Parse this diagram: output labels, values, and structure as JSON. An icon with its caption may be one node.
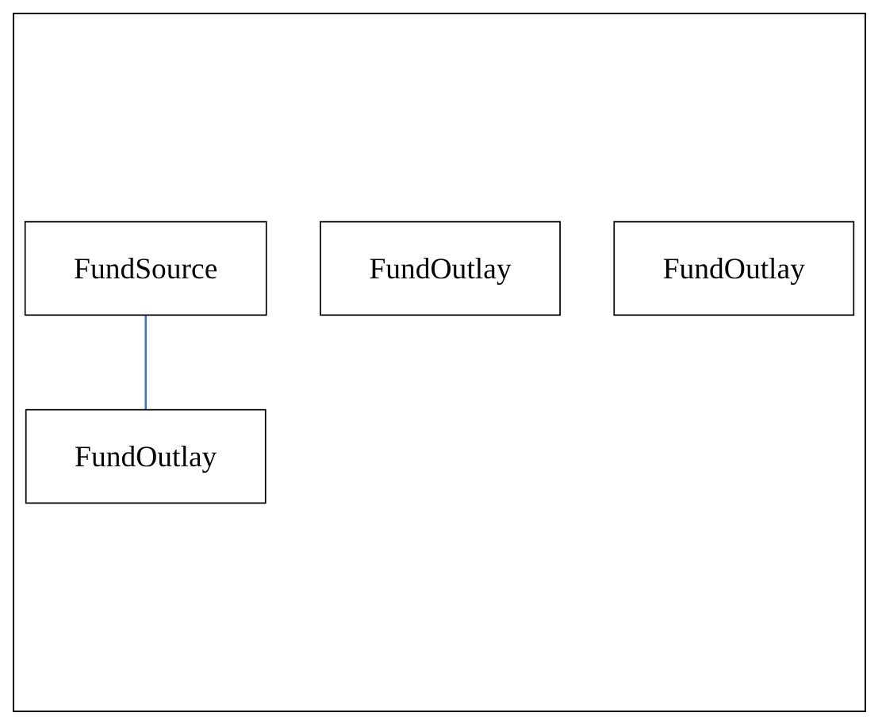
{
  "diagram": {
    "nodes": [
      {
        "text": [
          "FundSource"
        ]
      },
      {
        "text": [
          "FundOutlay"
        ]
      },
      {
        "text": [
          "FundOutlay"
        ]
      },
      {
        "text": [
          "FundOutlay"
        ]
      }
    ],
    "edges": [
      {
        "from": 0,
        "to": 1,
        "arrow": "none",
        "color": "#4472c4"
      }
    ]
  }
}
